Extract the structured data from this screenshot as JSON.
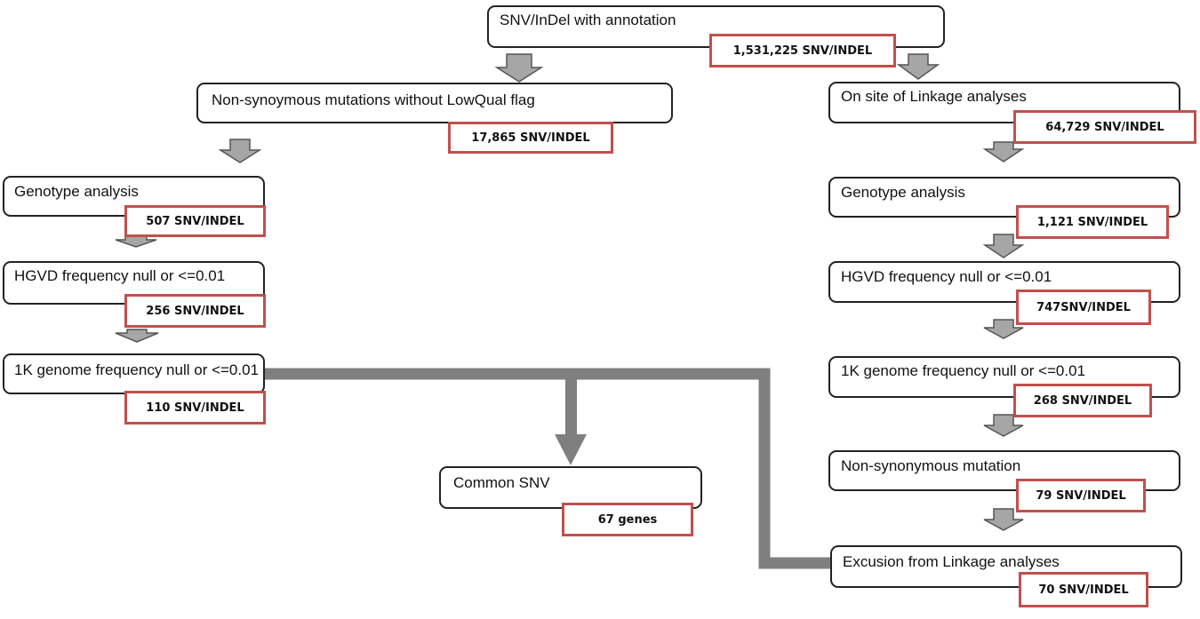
{
  "left": {
    "start": {
      "label": "SNV/InDel with annotation",
      "count": "1,531,225 SNV/INDEL"
    },
    "nonsyn": {
      "label": "Non-synoymous mutations without LowQual flag",
      "count": "17,865 SNV/INDEL"
    },
    "genotype": {
      "label": "Genotype analysis",
      "count": "507 SNV/INDEL"
    },
    "hgvd": {
      "label": "HGVD frequency null or <=0.01",
      "count": "256 SNV/INDEL"
    },
    "kgenome": {
      "label": "1K genome frequency null or <=0.01",
      "count": "110 SNV/INDEL"
    }
  },
  "common": {
    "label": "Common SNV",
    "count": "67 genes"
  },
  "right": {
    "linkage": {
      "label": "On site of Linkage analyses",
      "count": "64,729 SNV/INDEL"
    },
    "genotype": {
      "label": "Genotype analysis",
      "count": "1,121 SNV/INDEL"
    },
    "hgvd": {
      "label": "HGVD frequency null or <=0.01",
      "count": "747SNV/INDEL"
    },
    "kgenome": {
      "label": "1K genome frequency null or <=0.01",
      "count": "268 SNV/INDEL"
    },
    "nonsyn": {
      "label": "Non-synonymous mutation",
      "count": "79 SNV/INDEL"
    },
    "excusion": {
      "label": "Excusion from Linkage analyses",
      "count": "70 SNV/INDEL"
    }
  },
  "colors": {
    "count_border": "#c0504d",
    "arrow_fill": "#a6a6a6",
    "connector": "#7f7f7f",
    "box_border": "#222222"
  }
}
